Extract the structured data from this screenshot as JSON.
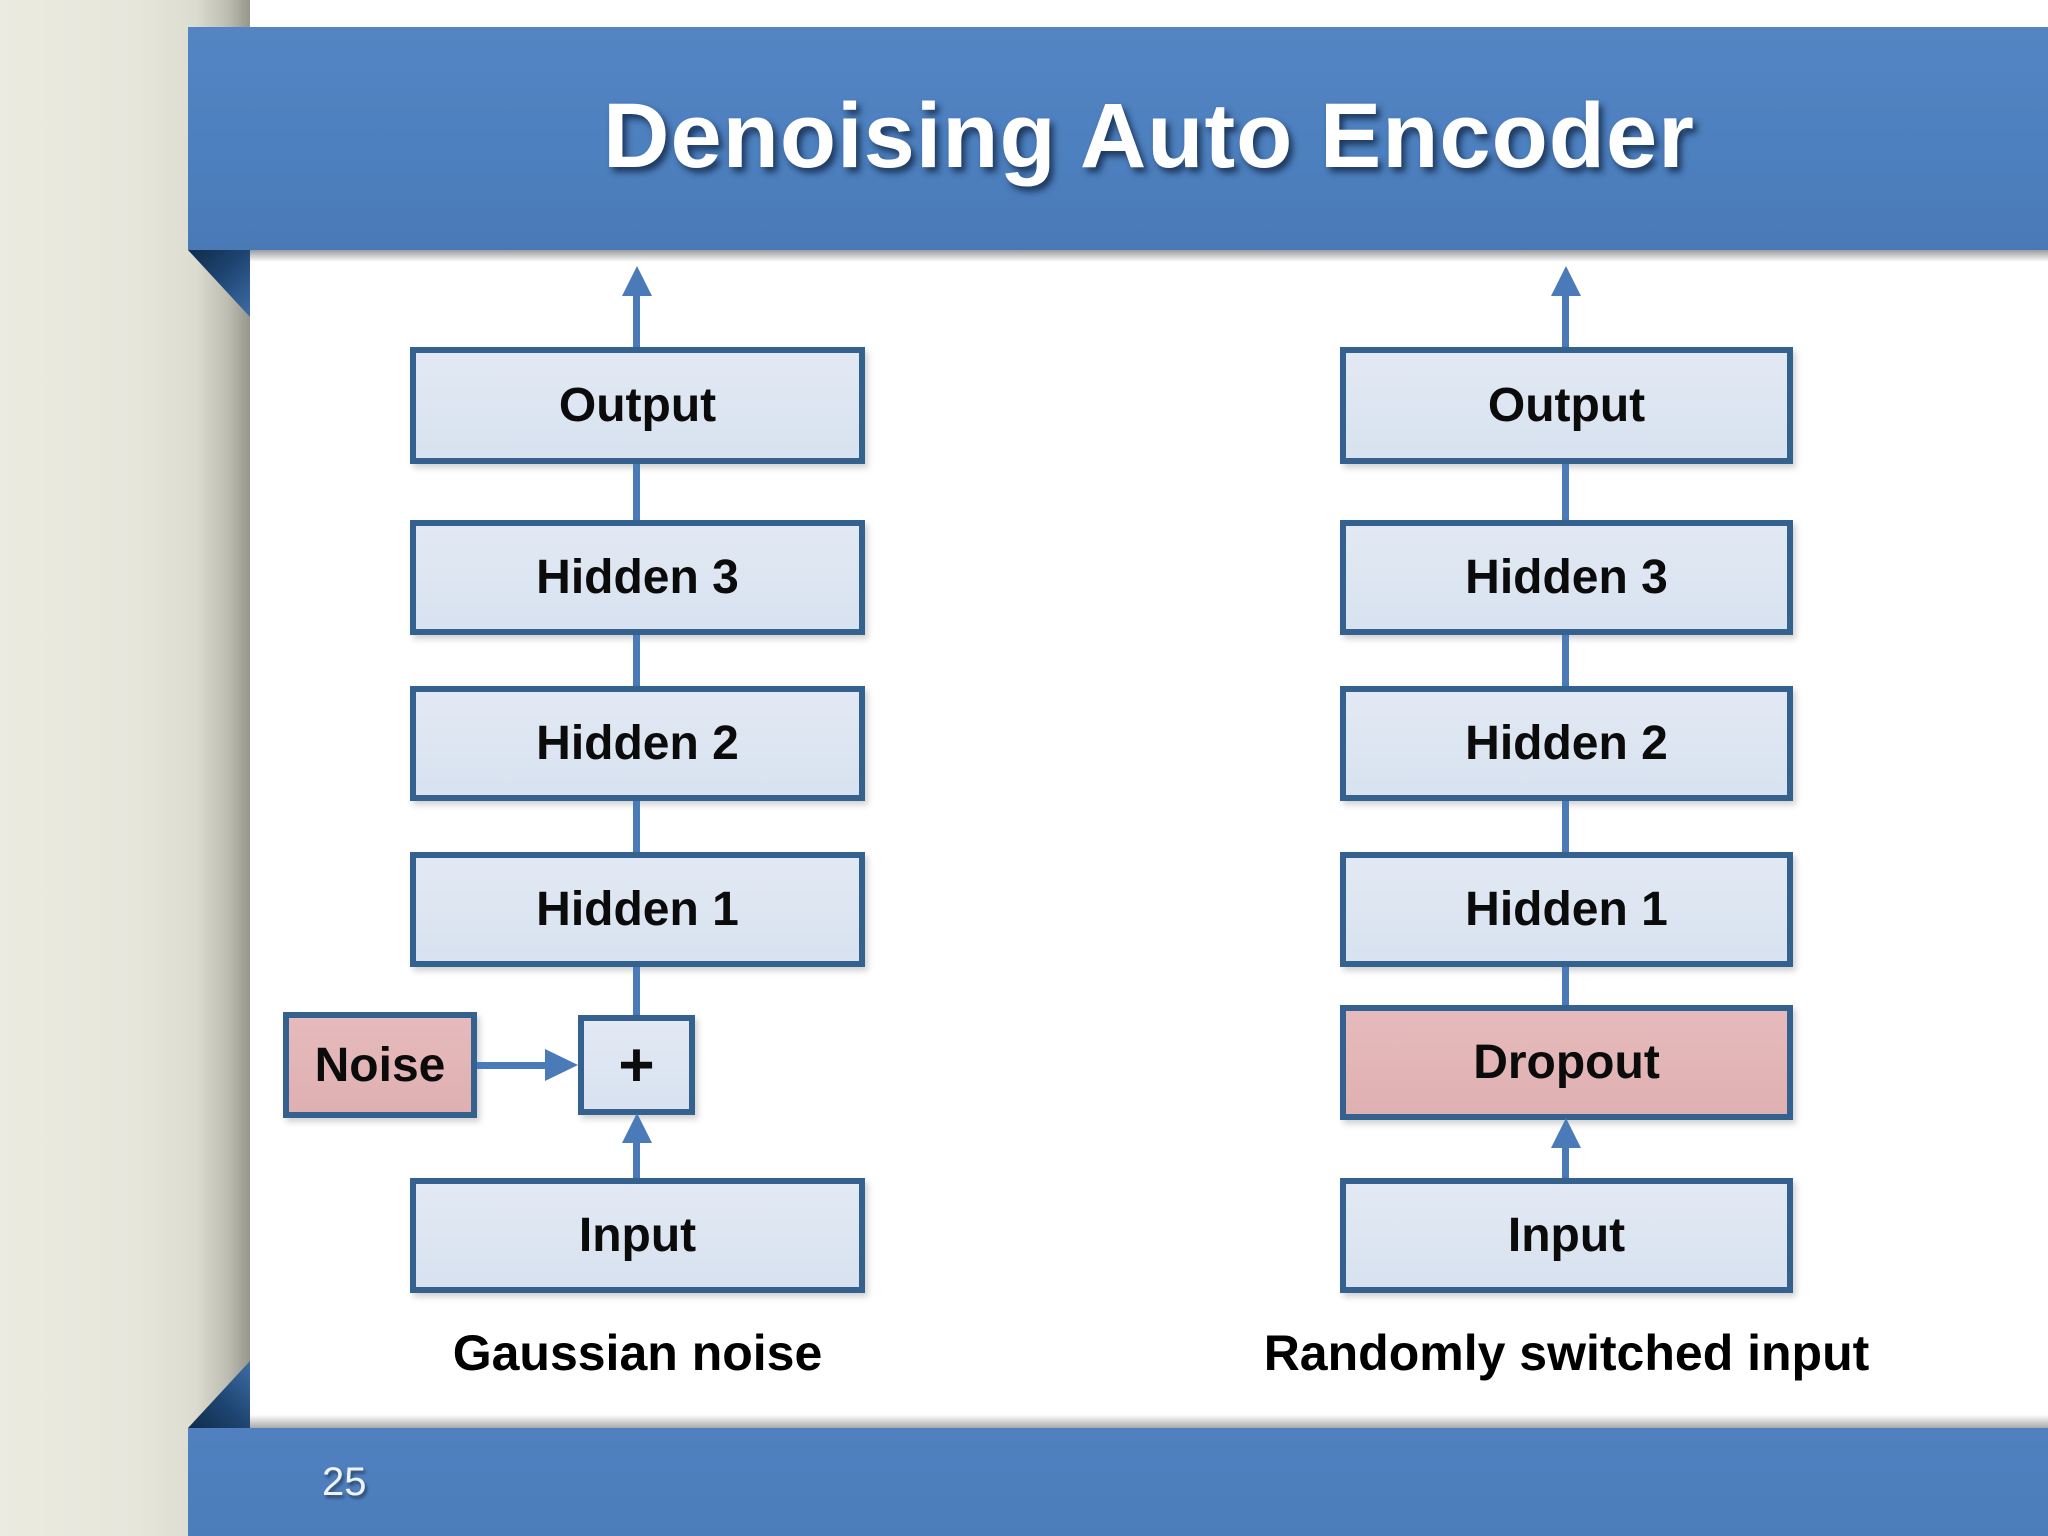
{
  "slide": {
    "title": "Denoising Auto Encoder",
    "page_number": "25"
  },
  "left": {
    "layers": {
      "output": "Output",
      "hidden3": "Hidden 3",
      "hidden2": "Hidden 2",
      "hidden1": "Hidden 1",
      "input": "Input"
    },
    "noise": "Noise",
    "plus": "+",
    "caption": "Gaussian noise"
  },
  "right": {
    "layers": {
      "output": "Output",
      "hidden3": "Hidden 3",
      "hidden2": "Hidden 2",
      "hidden1": "Hidden 1",
      "input": "Input"
    },
    "dropout": "Dropout",
    "caption": "Randomly switched input"
  },
  "colors": {
    "banner_blue": "#4d80bf",
    "box_border": "#35618f",
    "box_fill": "#dbe4f1",
    "pink_fill": "#e2b5b7",
    "arrow_blue": "#4a7ab8",
    "fold_dark": "#0f2c4c"
  }
}
